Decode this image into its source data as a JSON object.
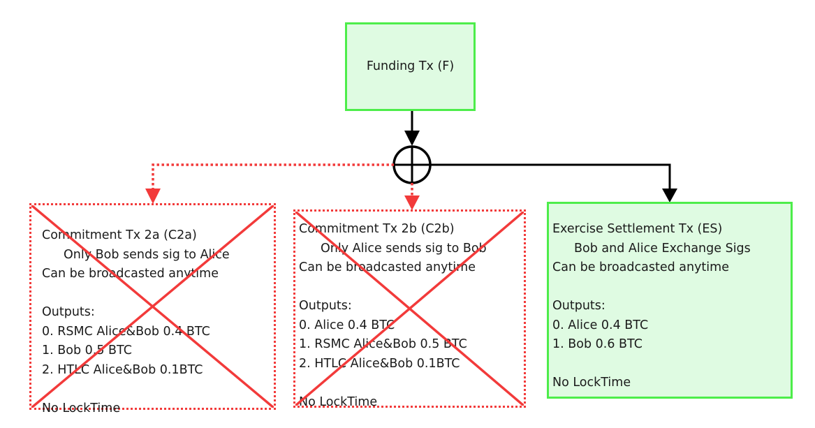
{
  "diagram": {
    "funding": {
      "label": "Funding Tx (F)"
    },
    "commitment_2a": {
      "title": "Commitment Tx 2a (C2a)",
      "subtitle": "Only Bob sends sig to Alice",
      "broadcast": "Can be broadcasted anytime",
      "outputs_label": "Outputs:",
      "outputs": [
        "0. RSMC Alice&Bob 0.4 BTC",
        "1. Bob 0.5 BTC",
        "2. HTLC Alice&Bob 0.1BTC"
      ],
      "locktime": "No LockTime",
      "status": "revoked"
    },
    "commitment_2b": {
      "title": "Commitment Tx 2b (C2b)",
      "subtitle": "Only Alice sends sig to Bob",
      "broadcast": "Can be broadcasted anytime",
      "outputs_label": "Outputs:",
      "outputs": [
        "0. Alice 0.4 BTC",
        "1. RSMC Alice&Bob 0.5 BTC",
        "2. HTLC Alice&Bob 0.1BTC"
      ],
      "locktime": "No LockTime",
      "status": "revoked"
    },
    "exercise_settlement": {
      "title": "Exercise Settlement Tx (ES)",
      "subtitle": "Bob and Alice Exchange Sigs",
      "broadcast": "Can be broadcasted anytime",
      "outputs_label": "Outputs:",
      "outputs": [
        "0. Alice 0.4 BTC",
        "1. Bob 0.6 BTC"
      ],
      "locktime": "No LockTime",
      "status": "active"
    },
    "colors": {
      "active_fill": "#dffbe2",
      "active_border": "#4ded4a",
      "revoked": "#f23a3a",
      "connector": "#000000"
    }
  }
}
